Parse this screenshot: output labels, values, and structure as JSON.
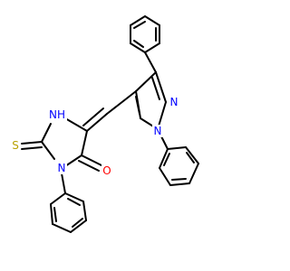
{
  "molecule": {
    "atom_labels": {
      "pyrazole_n2": "N",
      "pyrazole_n1": "N",
      "imidazolone_nh": "NH",
      "imidazolone_n3": "N",
      "thione_s": "S",
      "carbonyl_o": "O"
    },
    "colors": {
      "bond": "#000000",
      "nitrogen": "#0000ff",
      "oxygen": "#ff0000",
      "sulfur": "#b8a200"
    }
  }
}
